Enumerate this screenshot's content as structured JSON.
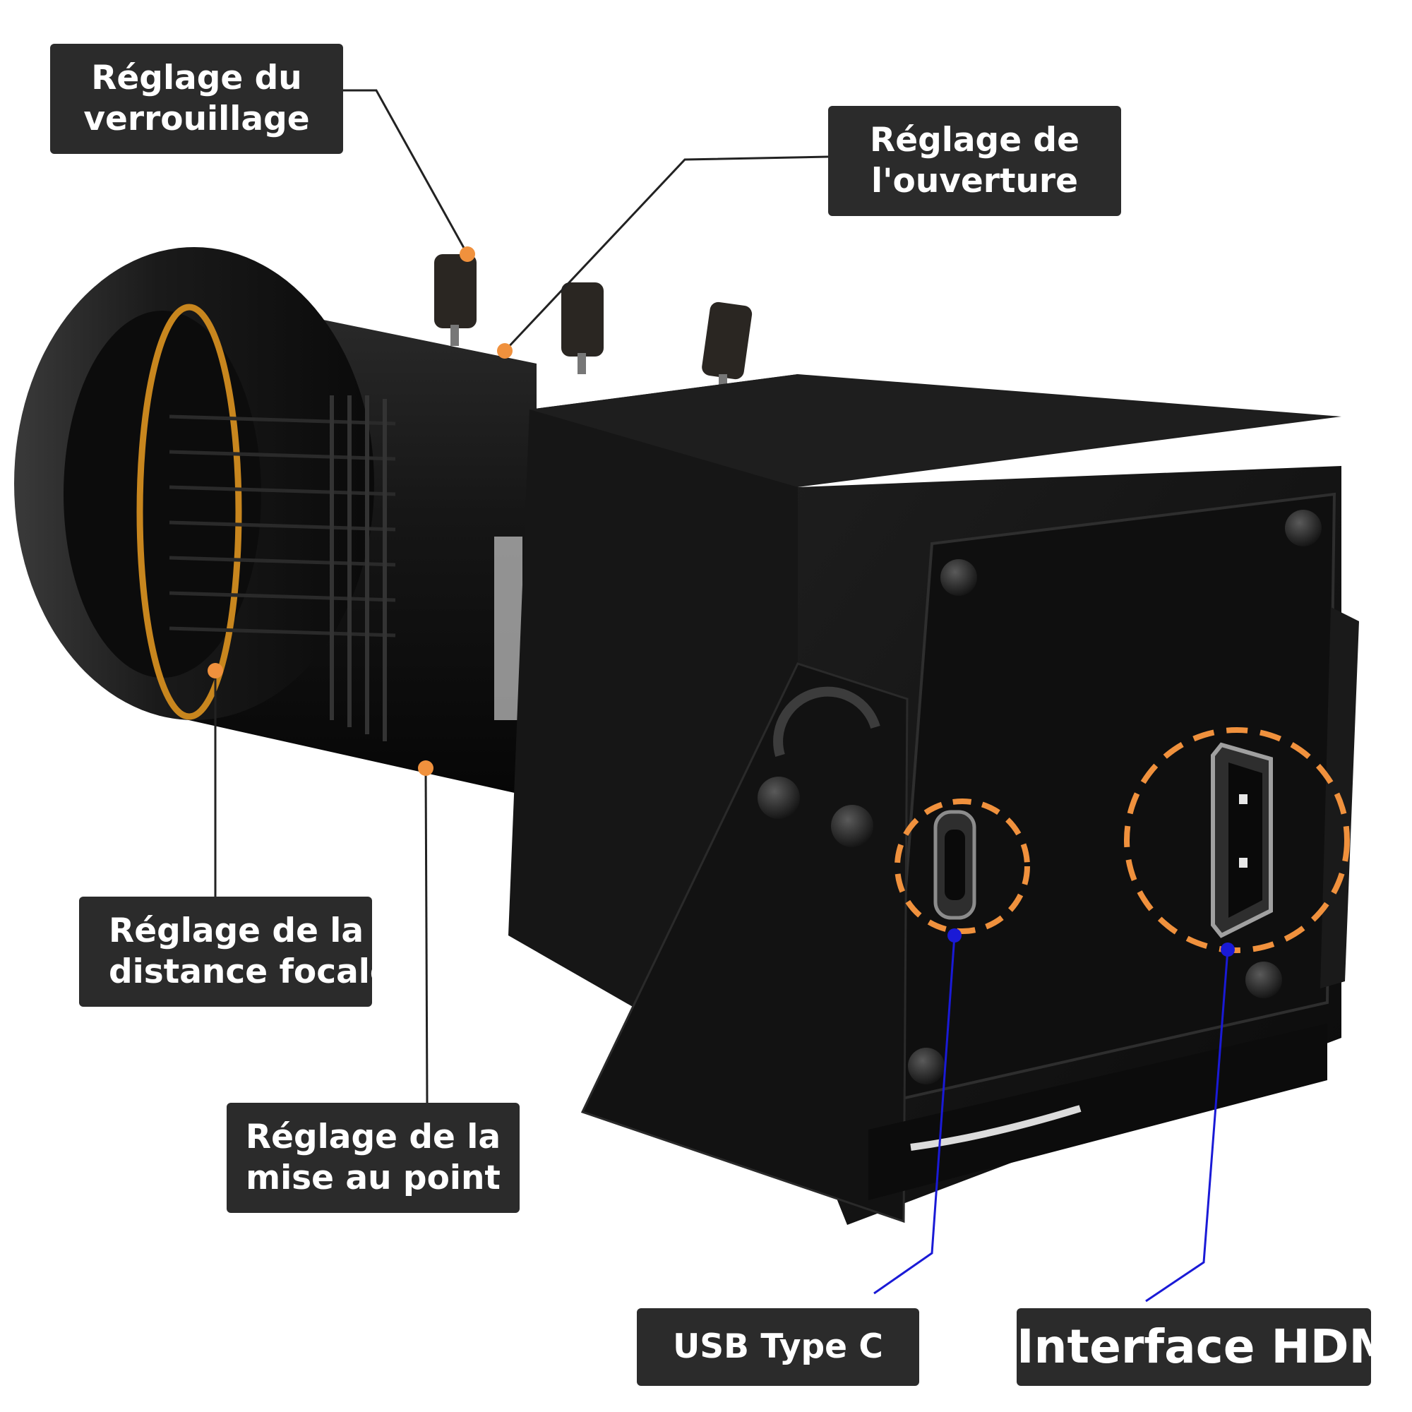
{
  "labels": {
    "lock": [
      "Réglage du",
      "verrouillage"
    ],
    "aperture": [
      "Réglage de",
      "l'ouverture"
    ],
    "focal": [
      "Réglage de la",
      "distance focale"
    ],
    "focus": [
      "Réglage de la",
      "mise au point"
    ],
    "usb": "USB Type C",
    "hdmi": "Interface HDMI"
  },
  "colors": {
    "label_bg": "#2b2b2b",
    "label_text": "#ffffff",
    "marker_orange": "#f0913d",
    "leader_dark": "#222222",
    "leader_blue": "#1a1ad6",
    "camera_body": "#141414",
    "lens_ring": "#c8861e"
  },
  "icons": {
    "port_highlight": "dashed-orange-circle",
    "leader_end": "orange-dot"
  }
}
